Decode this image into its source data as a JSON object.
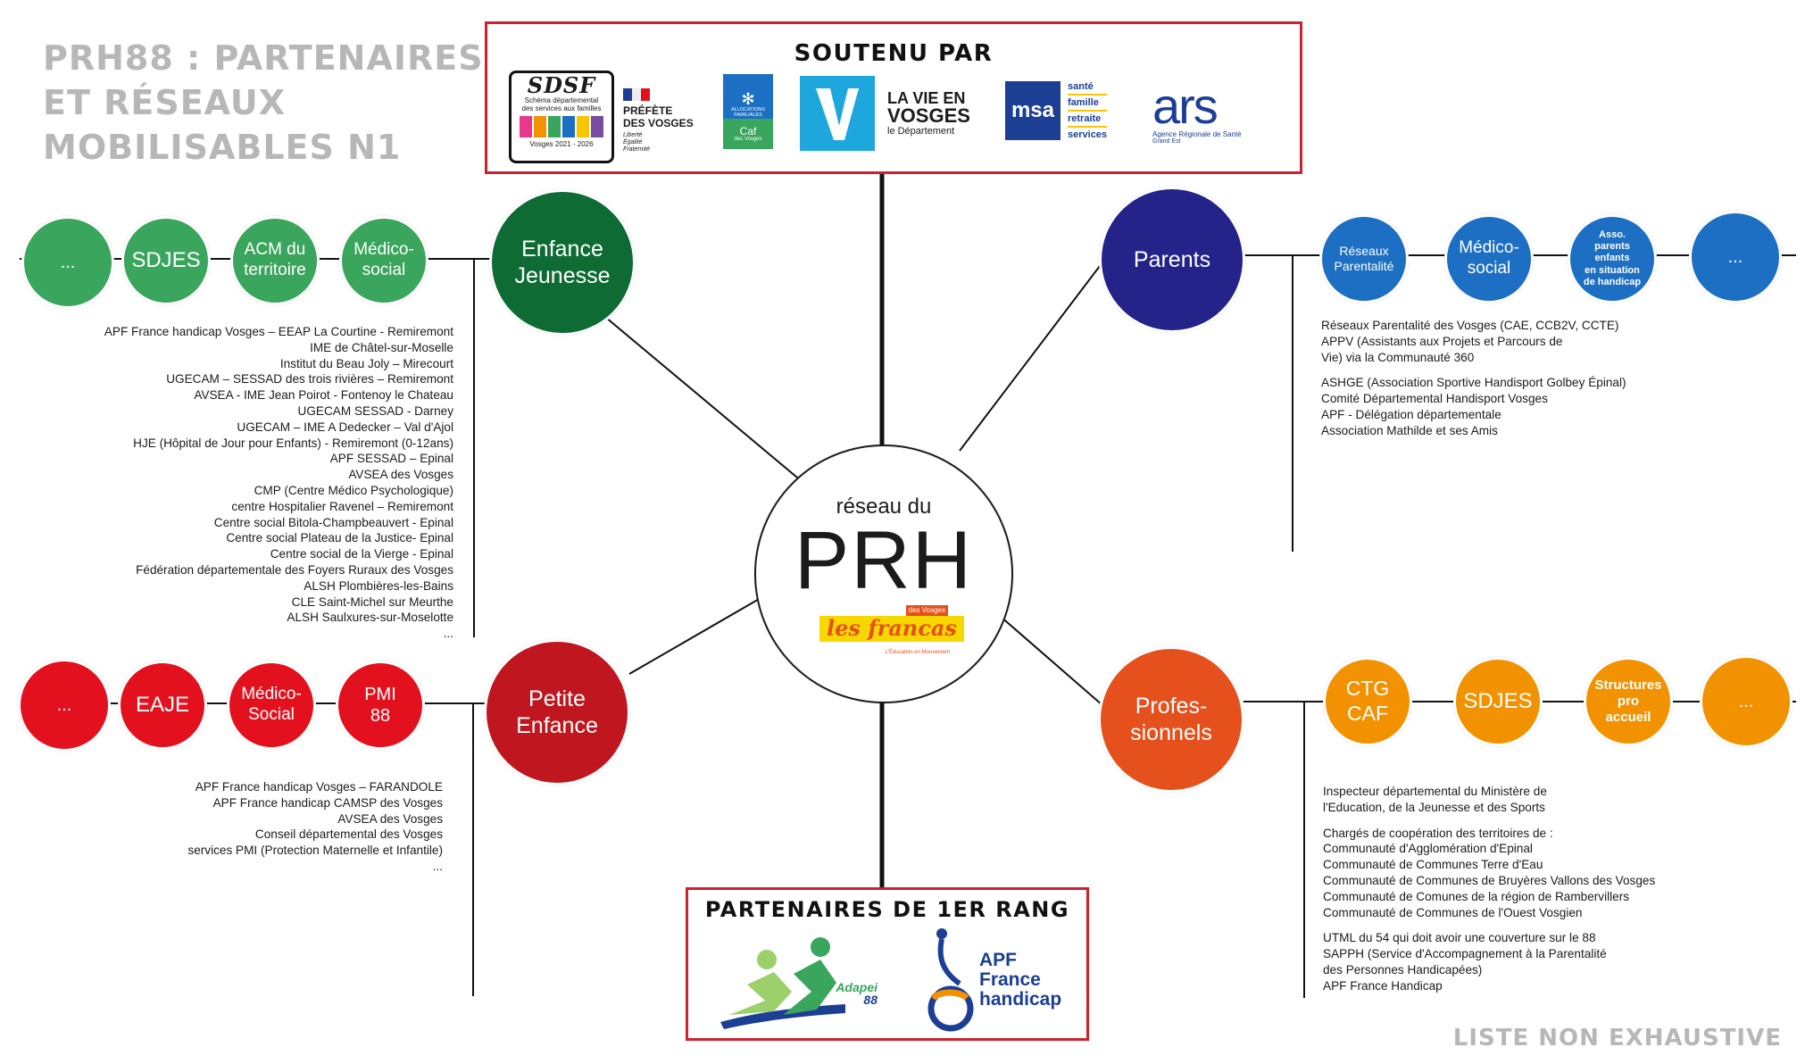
{
  "title_lines": [
    "PRH88 : PARTENAIRES",
    "ET RÉSEAUX",
    "MOBILISABLES N1"
  ],
  "footer_note": "LISTE NON EXHAUSTIVE",
  "supported_by": {
    "title": "SOUTENU PAR",
    "logos": {
      "sdsf": {
        "name": "SDSF",
        "lines": [
          "Schéma départemental",
          "des services aux familles"
        ],
        "years": "Vosges 2021 - 2026"
      },
      "prefecture": {
        "lines": [
          "PRÉFÈTE",
          "DES VOSGES"
        ],
        "motto": [
          "Liberté",
          "Égalité",
          "Fraternité"
        ]
      },
      "caf": {
        "lines": [
          "ALLOCATIONS",
          "FAMILIALES"
        ],
        "name": "Caf",
        "sub": "des Vosges"
      },
      "vosges_dept": {
        "tagline_a": "LA VIE EN",
        "tagline_b": "VOSGES",
        "sub": "le Département"
      },
      "msa": {
        "name": "msa",
        "lines": [
          "santé",
          "famille",
          "retraite",
          "services"
        ]
      },
      "ars": {
        "name": "ars",
        "lines": [
          "Agence Régionale de Santé",
          "Grand Est"
        ]
      }
    }
  },
  "center": {
    "top": "réseau du",
    "main": "PRH",
    "brand": "les francas",
    "brand_tag": "des Vosges",
    "brand_sub": "L'Éducation en Mouvement"
  },
  "first_rank": {
    "title": "PARTENAIRES DE 1ER RANG",
    "adapei": {
      "name": "Adapei",
      "num": "88"
    },
    "apf": {
      "lines": [
        "APF",
        "France",
        "handicap"
      ]
    }
  },
  "colors": {
    "green_dark": "#0e6b33",
    "green": "#3aa55c",
    "navy": "#23238a",
    "blue": "#1c6fc2",
    "red": "#e3101d",
    "red_dark": "#c0161f",
    "orange_dark": "#e5501c",
    "orange": "#f39200"
  },
  "hubs": {
    "enfance": "Enfance\nJeunesse",
    "parents": "Parents",
    "petite": "Petite\nEnfance",
    "pros": "Profes-\nsionnels"
  },
  "branches": {
    "enfance": [
      "Médico-\nsocial",
      "ACM du\nterritoire",
      "SDJES",
      "..."
    ],
    "parents": [
      "Réseaux\nParentalité",
      "Médico-\nsocial",
      "Asso.\nparents\nenfants\nen situation\nde handicap",
      "..."
    ],
    "petite": [
      "PMI\n88",
      "Médico-\nSocial",
      "EAJE",
      "..."
    ],
    "pros": [
      "CTG\nCAF",
      "SDJES",
      "Structures\npro\naccueil",
      "..."
    ]
  },
  "lists": {
    "enfance": [
      "APF France handicap Vosges – EEAP La Courtine - Remiremont",
      "IME de Châtel-sur-Moselle",
      "Institut du Beau Joly – Mirecourt",
      "UGECAM – SESSAD des trois rivières – Remiremont",
      "AVSEA - IME Jean Poirot - Fontenoy le Chateau",
      "UGECAM SESSAD - Darney",
      "UGECAM – IME A Dedecker – Val d'Ajol",
      "HJE (Hôpital de Jour pour Enfants) - Remiremont  (0-12ans)",
      "APF SESSAD – Epinal",
      "AVSEA des Vosges",
      "CMP (Centre Médico Psychologique)",
      "centre Hospitalier Ravenel – Remiremont",
      "Centre social Bitola-Champbeauvert - Epinal",
      "Centre social Plateau de la Justice- Epinal",
      "Centre social de la Vierge - Epinal",
      "Fédération départementale des Foyers Ruraux des Vosges",
      "ALSH Plombières-les-Bains",
      "CLE Saint-Michel sur Meurthe",
      "ALSH Saulxures-sur-Moselotte",
      "..."
    ],
    "parents": [
      "Réseaux Parentalité des Vosges (CAE, CCB2V, CCTE)",
      "APPV (Assistants aux Projets et Parcours de",
      "Vie) via la Communauté 360",
      "",
      "ASHGE (Association Sportive Handisport Golbey Épinal)",
      "Comité Départemental Handisport Vosges",
      "APF - Délégation départementale",
      "Association Mathilde et ses Amis"
    ],
    "petite": [
      "APF France handicap Vosges – FARANDOLE",
      "APF France handicap CAMSP des Vosges",
      "AVSEA des Vosges",
      "Conseil départemental des Vosges",
      "services PMI (Protection Maternelle et Infantile)",
      "..."
    ],
    "pros": [
      "Inspecteur départemental du Ministère de",
      "l'Education, de la Jeunesse et des Sports",
      "",
      "Chargés de coopération des territoires de :",
      "Communauté d'Agglomération d'Epinal",
      "Communauté de Communes Terre d'Eau",
      "Communauté de Communes de Bruyères Vallons des Vosges",
      "Communauté de Comunes de la région de Rambervillers",
      "Communauté de Communes de l'Ouest Vosgien",
      "",
      "UTML du 54 qui doit avoir une couverture sur le 88",
      "SAPPH (Service d'Accompagnement à la Parentalité",
      "des Personnes Handicapées)",
      "APF France Handicap"
    ]
  }
}
